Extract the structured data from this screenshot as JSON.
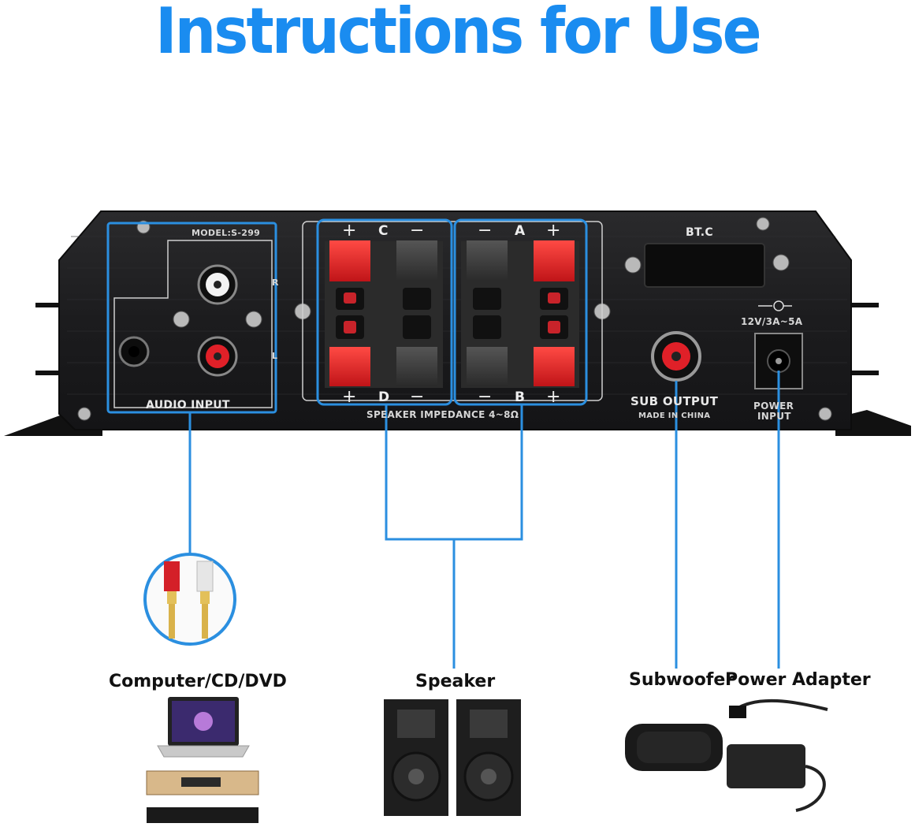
{
  "title": "Instructions for Use",
  "panel": {
    "model": "MODEL:S-299",
    "channel_r": "R",
    "channel_l": "L",
    "audio_input": "AUDIO INPUT",
    "terminal_top_left": {
      "plus": "+",
      "letter": "C",
      "minus": "−"
    },
    "terminal_top_right": {
      "minus": "−",
      "letter": "A",
      "plus": "+"
    },
    "terminal_bottom_left": {
      "plus": "+",
      "letter": "D",
      "minus": "−"
    },
    "terminal_bottom_right": {
      "minus": "−",
      "letter": "B",
      "plus": "+"
    },
    "speaker_impedance": "SPEAKER IMPEDANCE 4~8Ω",
    "bt": "BT.C",
    "power_spec": "12V/3A~5A",
    "sub_output": "SUB OUTPUT",
    "made_in": "MADE IN CHINA",
    "power_input_1": "POWER",
    "power_input_2": "INPUT"
  },
  "captions": {
    "source": "Computer/CD/DVD",
    "speaker": "Speaker",
    "subwoofer": "Subwoofer",
    "adapter": "Power Adapter"
  },
  "colors": {
    "title": "#1a8cf0",
    "guide_lines": "#2b8fe0",
    "panel": "#1b1b1d",
    "terminal_red": "#e8242a"
  },
  "icons": [
    "rca-cable-icon",
    "laptop-icon",
    "dvd-player-icon",
    "bookshelf-speaker-icon",
    "subwoofer-icon",
    "power-adapter-icon"
  ]
}
